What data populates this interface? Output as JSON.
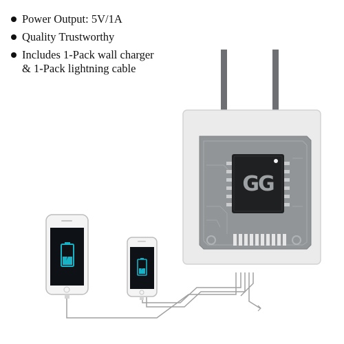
{
  "bullets": [
    {
      "text": "Power Output: 5V/1A"
    },
    {
      "text": "Quality Trustworthy"
    },
    {
      "text": "Includes 1-Pack wall charger",
      "text2": "& 1-Pack lightning cable"
    }
  ],
  "chip_logo": "GG",
  "colors": {
    "charger_body": "#e9e9e9",
    "board": "#8f9396",
    "chip": "#1f2022",
    "battery": "#18b2c7",
    "cable": "#9a9a9a"
  },
  "icons": [
    "plug-prong-icon",
    "battery-charging-icon",
    "phone-icon"
  ]
}
